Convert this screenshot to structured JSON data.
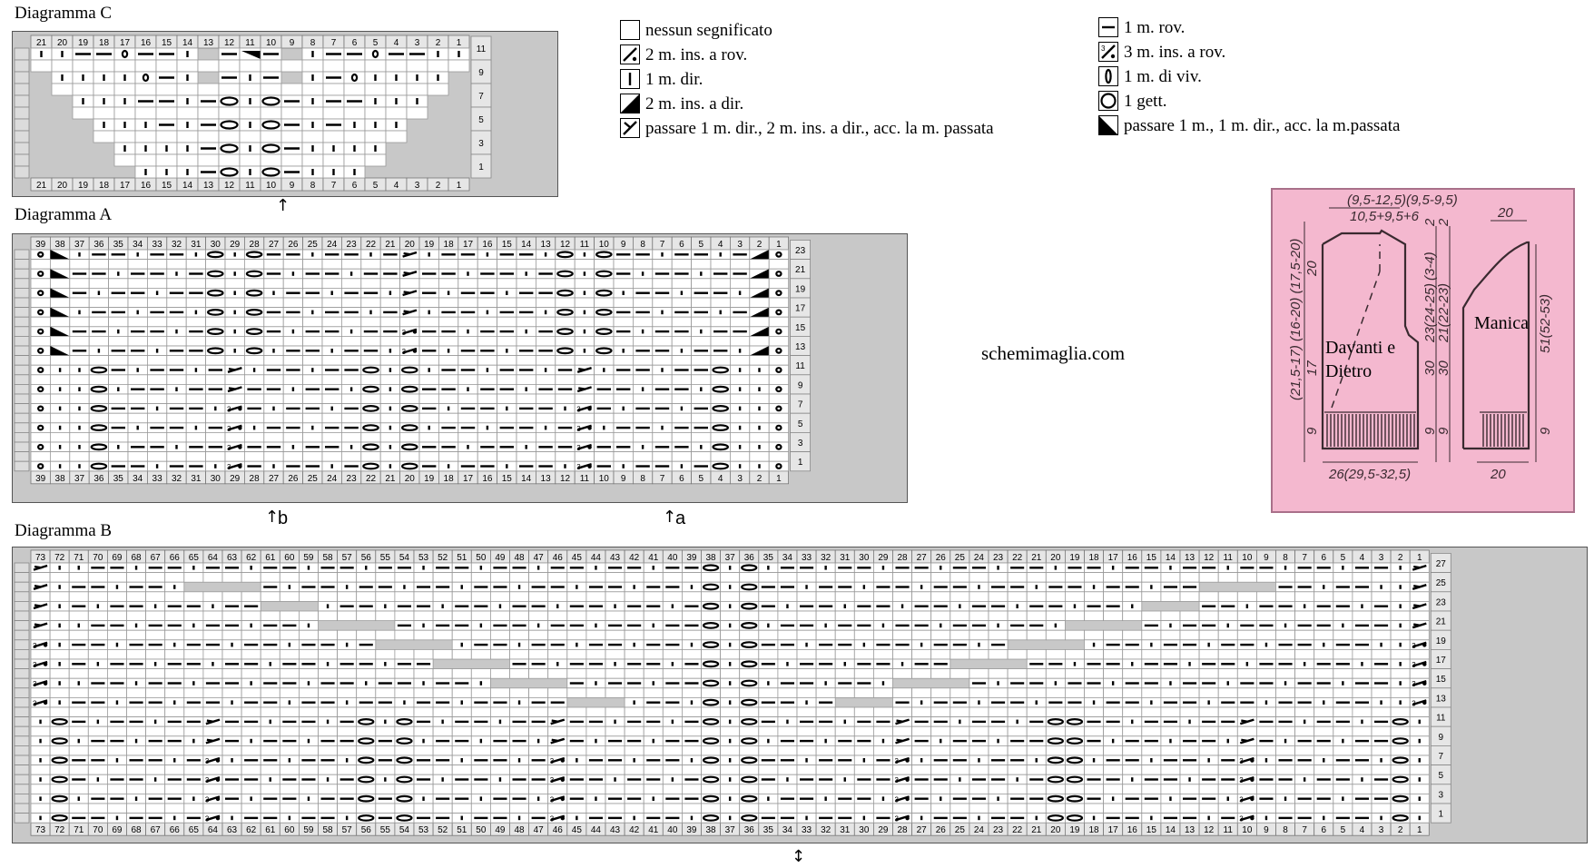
{
  "titles": {
    "diagram_c": "Diagramma C",
    "diagram_a": "Diagramma A",
    "diagram_b": "Diagramma B"
  },
  "legend_left": [
    {
      "sym": "empty",
      "text": "nessun segnificato"
    },
    {
      "sym": "k2tog-p",
      "text": "2 m. ins. a rov."
    },
    {
      "sym": "knit",
      "text": "1 m. dir."
    },
    {
      "sym": "k2tog",
      "text": "2 m. ins. a dir."
    },
    {
      "sym": "sk2p",
      "text": "passare 1 m. dir., 2 m. ins. a dir., acc. la m. passata"
    }
  ],
  "legend_right": [
    {
      "sym": "purl",
      "text": "1 m. rov."
    },
    {
      "sym": "k3tog-p",
      "text": "3 m. ins. a rov."
    },
    {
      "sym": "mdiv",
      "text": "1 m. di viv."
    },
    {
      "sym": "yo",
      "text": "1 gett."
    },
    {
      "sym": "skp",
      "text": "passare 1 m., 1 m. dir., acc. la m.passata"
    }
  ],
  "site": "schemimaglia.com",
  "markers": {
    "a": "a",
    "b": "b"
  },
  "charts": {
    "C": {
      "cols": 21,
      "rows": 11,
      "row_labels": [
        11,
        9,
        7,
        5,
        3,
        1
      ]
    },
    "A": {
      "cols": 39,
      "rows": 23,
      "row_labels": [
        23,
        21,
        19,
        17,
        15,
        13,
        11,
        9,
        7,
        5,
        3,
        1
      ]
    },
    "B": {
      "cols": 73,
      "rows": 27,
      "row_labels": [
        27,
        25,
        23,
        21,
        19,
        17,
        15,
        13,
        11,
        9,
        7,
        5,
        3,
        1
      ]
    }
  },
  "schematic": {
    "top_left": "(9,5-12,5)(9,5-9,5)",
    "top_widths": "10,5+9,5+6",
    "plus2_a": "2",
    "plus2_b": "2",
    "shoulder": "(3-4)",
    "sleeve_top": "20",
    "left_heights": "(21,5-17) (16-20) (17,5-20)",
    "left_h2": "9",
    "left_h3": "17",
    "left_h4": "20",
    "armhole": "23(24-25)",
    "armhole2": "21(22-23)",
    "h30a": "30",
    "h30b": "30",
    "sleeve_len": "51(52-53)",
    "rib_h1": "9",
    "rib_h2": "9",
    "rib_h3": "9",
    "body_label_1": "Davanti e",
    "body_label_2": "Dietro",
    "sleeve_label": "Manica",
    "bottom_width": "26(29,5-32,5)",
    "sleeve_bottom": "20"
  }
}
